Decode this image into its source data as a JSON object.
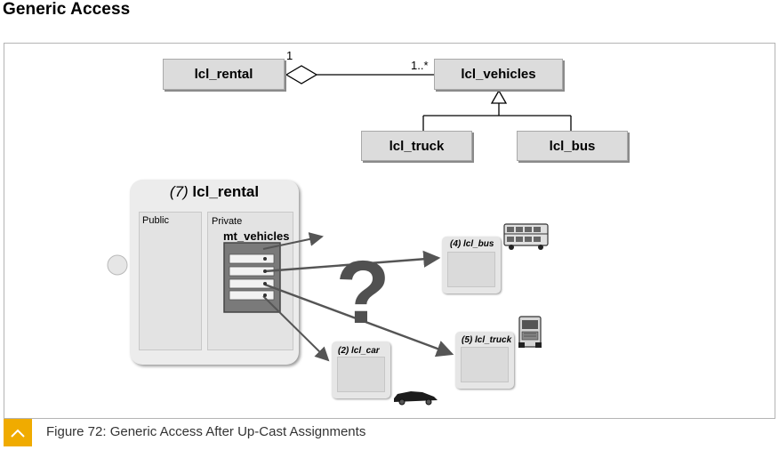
{
  "page_title": "Generic Access",
  "uml": {
    "rental_class": "lcl_rental",
    "vehicles_class": "lcl_vehicles",
    "truck_class": "lcl_truck",
    "bus_class": "lcl_bus",
    "mult_rental": "1",
    "mult_vehicles": "1..*"
  },
  "object_diagram": {
    "rental": {
      "number": "(7)",
      "name": "lcl_rental"
    },
    "public_label": "Public",
    "private_label": "Private",
    "table_label": "mt_vehicles",
    "question_mark": "?",
    "bus_object": "(4) lcl_bus",
    "truck_object": "(5) lcl_truck",
    "car_object": "(2) lcl_car"
  },
  "figure_caption": "Figure 72: Generic Access After Up-Cast Assignments",
  "colors": {
    "accent": "#f0ab00",
    "box": "#dcdcdc",
    "arrow": "#555555"
  }
}
